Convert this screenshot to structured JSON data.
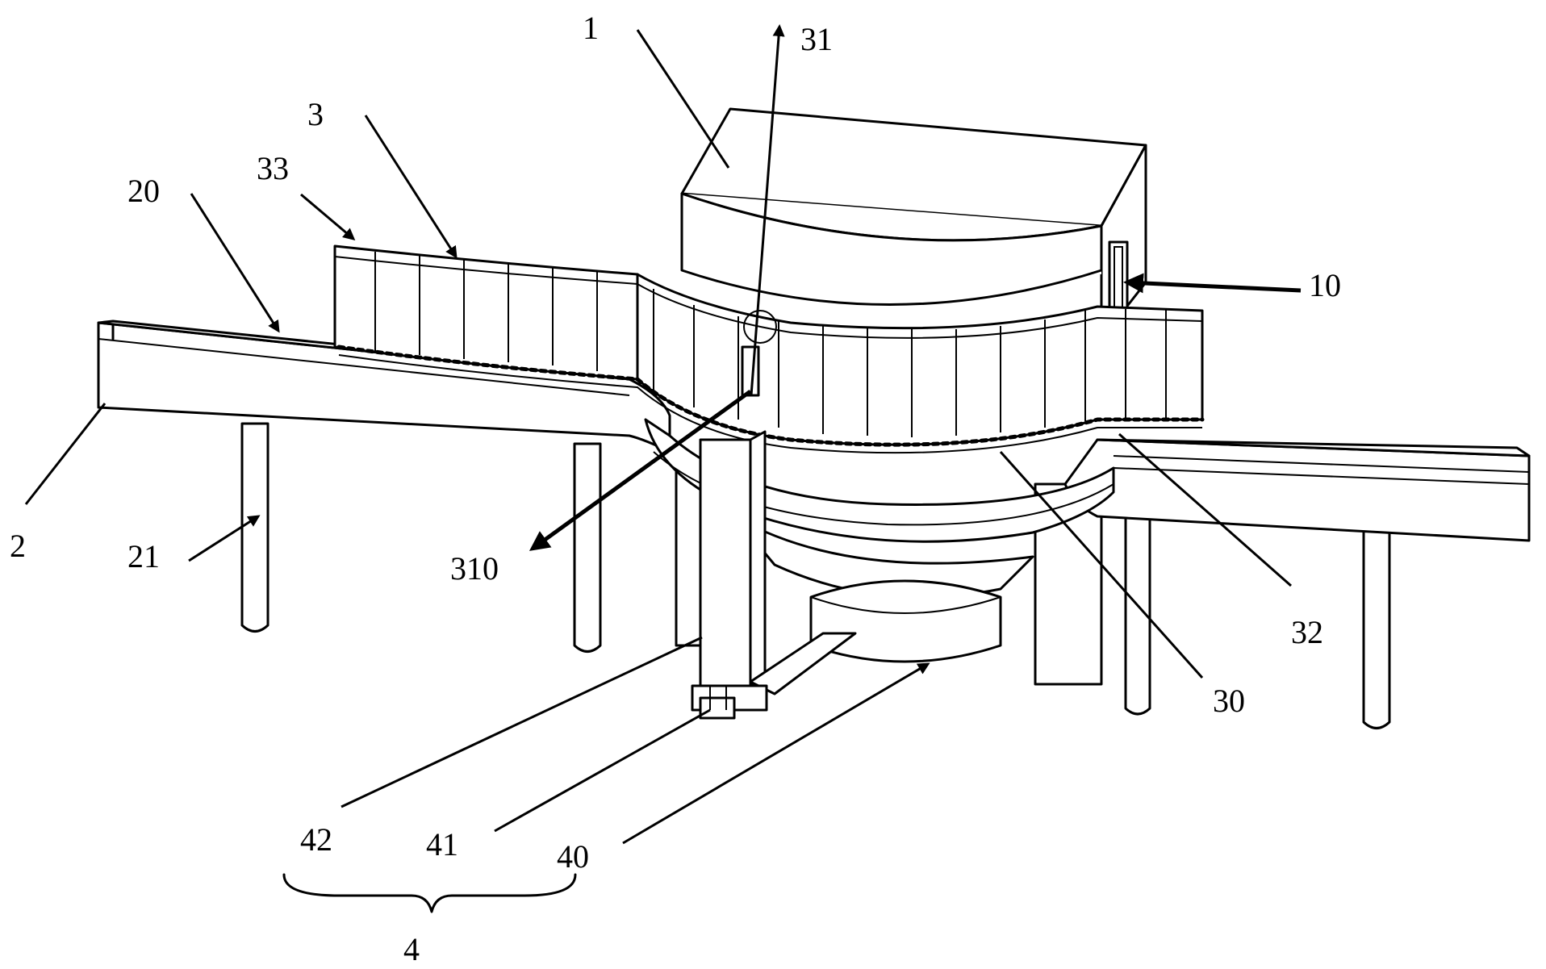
{
  "figure": {
    "labels": {
      "machine_body": "1",
      "window": "10",
      "conveyor": "2",
      "conveyor_top": "20",
      "conveyor_leg": "21",
      "bottle_chain": "3",
      "chain_guide": "30",
      "sensor": "31",
      "sensor_tip": "310",
      "chain_exit": "32",
      "bottle_holder": "33",
      "drive_group": "4",
      "drive_disc": "40",
      "drive_base": "41",
      "drive_column": "42"
    }
  }
}
